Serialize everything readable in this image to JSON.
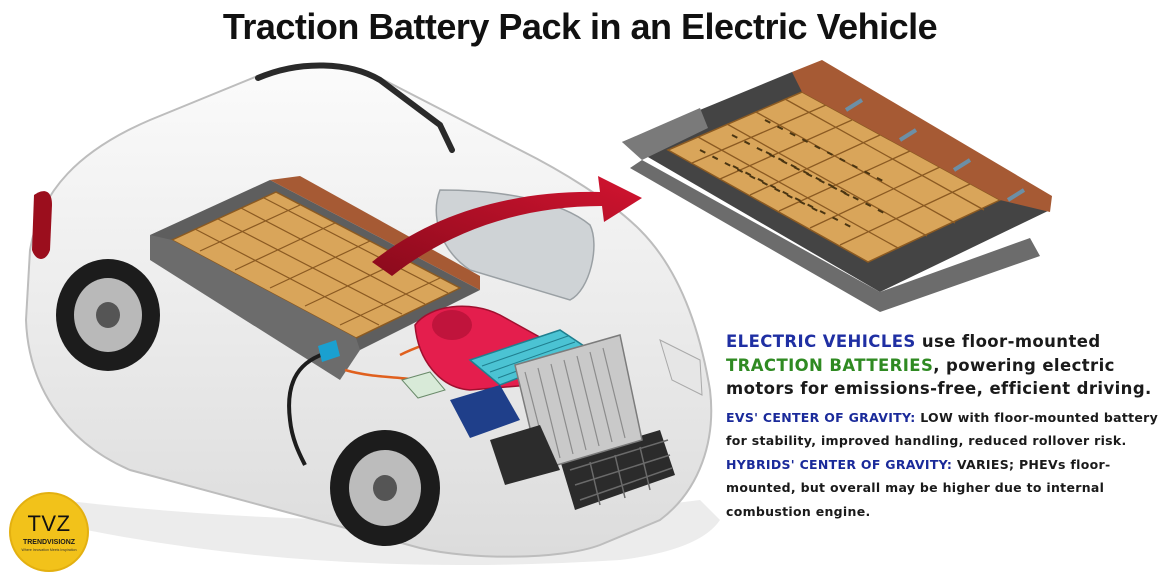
{
  "title": "Traction Battery Pack in an Electric Vehicle",
  "description": {
    "lead": [
      {
        "text": "ELECTRIC VEHICLES",
        "tone": "blue"
      },
      {
        "text": " use floor-mounted ",
        "tone": "plain"
      },
      {
        "text": "TRACTION BATTERIES",
        "tone": "green"
      },
      {
        "text": ", powering electric motors for emissions-free, efficient driving.",
        "tone": "plain"
      }
    ],
    "notes": [
      [
        {
          "text": "EVS' CENTER OF GRAVITY:",
          "tone": "navy"
        },
        {
          "text": " LOW with floor-mounted battery for stability, improved handling, reduced rollover risk.",
          "tone": "plain"
        }
      ],
      [
        {
          "text": "HYBRIDS' CENTER OF GRAVITY:",
          "tone": "navy"
        },
        {
          "text": " VARIES; PHEVs floor-mounted, but overall may be higher due to internal combustion engine.",
          "tone": "plain"
        }
      ]
    ]
  },
  "logo": {
    "mark": "TVZ",
    "name": "TRENDVISIONZ",
    "tagline": "Where Innovation Meets Inspiration"
  },
  "colors": {
    "cell_wood": "#d9a55a",
    "cell_wood_dark": "#a06a2a",
    "end_module": "#6c6c6c",
    "copper_module": "#a65a34",
    "arrow_red": "#c8102e",
    "motor_red": "#e41e4d",
    "blue_text": "#1f2fa3",
    "green_text": "#2f8a22",
    "logo_yellow": "#f2c21a"
  }
}
